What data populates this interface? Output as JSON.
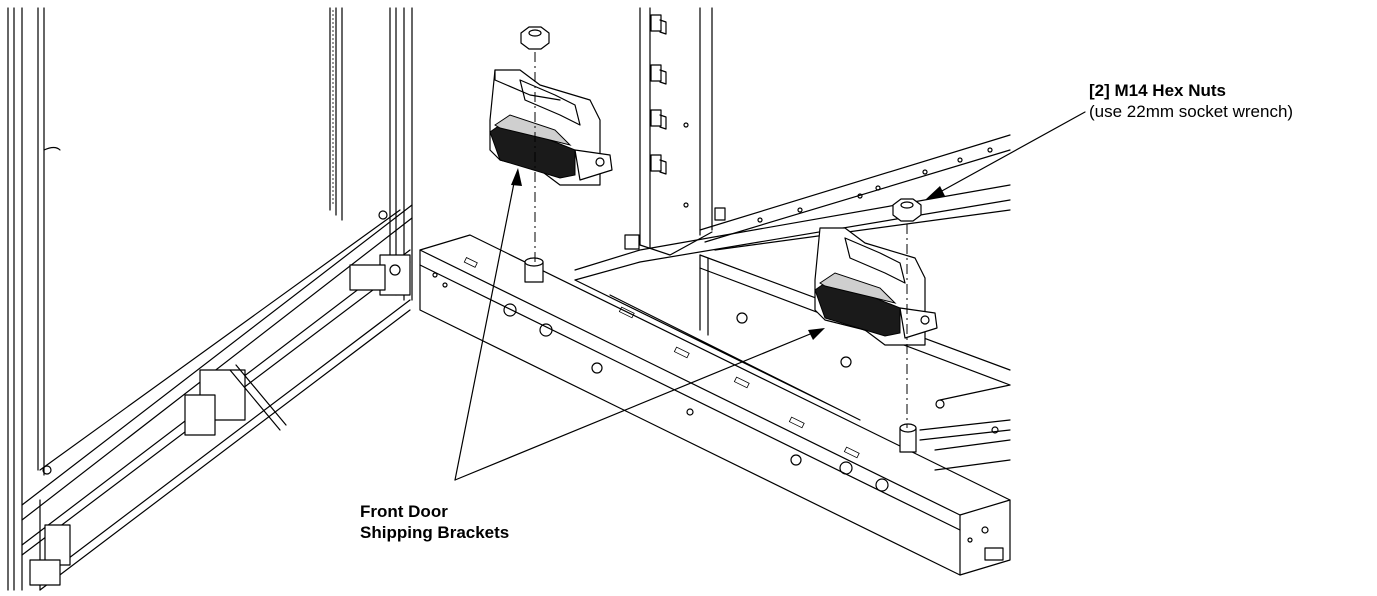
{
  "callouts": {
    "hex_nuts": {
      "title": "[2] M14 Hex Nuts",
      "note": "(use 22mm socket wrench)"
    },
    "brackets": {
      "line1": "Front Door",
      "line2": "Shipping Brackets"
    }
  },
  "colors": {
    "line": "#000000",
    "background": "#ffffff"
  }
}
